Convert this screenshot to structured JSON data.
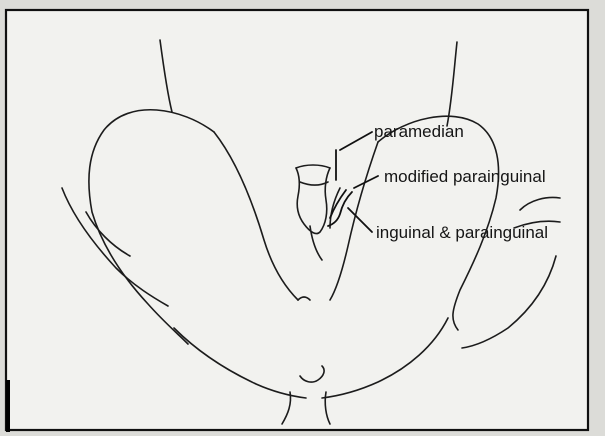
{
  "figure": {
    "labels": {
      "paramedian": "paramedian",
      "modified_parainguinal": "modified parainguinal",
      "inguinal_parainguinal": "inguinal & parainguinal"
    },
    "colors": {
      "background": "#dcdcd8",
      "panel": "#f2f2ef",
      "line": "#1c1c1c",
      "border": "#111111"
    }
  }
}
